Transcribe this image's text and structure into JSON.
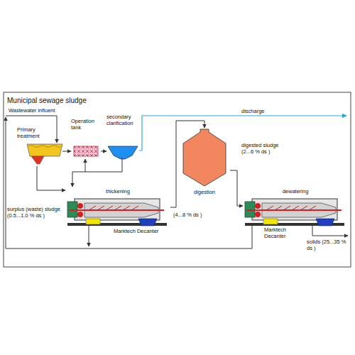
{
  "diagram": {
    "title": "Municipal sewage sludge",
    "nodes": [
      {
        "text": [
          "Primary treatment"
        ]
      },
      {
        "text": [
          "Operation tank"
        ]
      },
      {
        "text": [
          "secondary clarification"
        ]
      },
      {
        "text": [
          "thickening",
          "Marktech Decanter"
        ]
      },
      {
        "text": [
          "digestion"
        ]
      },
      {
        "text": [
          "dewatering",
          "Marktech Decanter"
        ]
      }
    ],
    "edges": [
      {
        "from": 0,
        "to": 1,
        "arrow": "to"
      },
      {
        "from": 1,
        "to": 2,
        "arrow": "to"
      },
      {
        "from": 2,
        "to": 3,
        "arrow": "to"
      },
      {
        "from": 3,
        "to": 4,
        "arrow": "to"
      },
      {
        "from": 4,
        "to": 5,
        "arrow": "to"
      },
      {
        "from": 0,
        "to": 3,
        "arrow": "to"
      }
    ],
    "labels": [
      "Wastewater influent",
      "discharge",
      "digested sludge (2...6 % ds )",
      "surplus (waste) sludge (0.5...1.0 % ds )",
      "(4...8 % ds )",
      "solids (25...35 % ds )"
    ]
  }
}
